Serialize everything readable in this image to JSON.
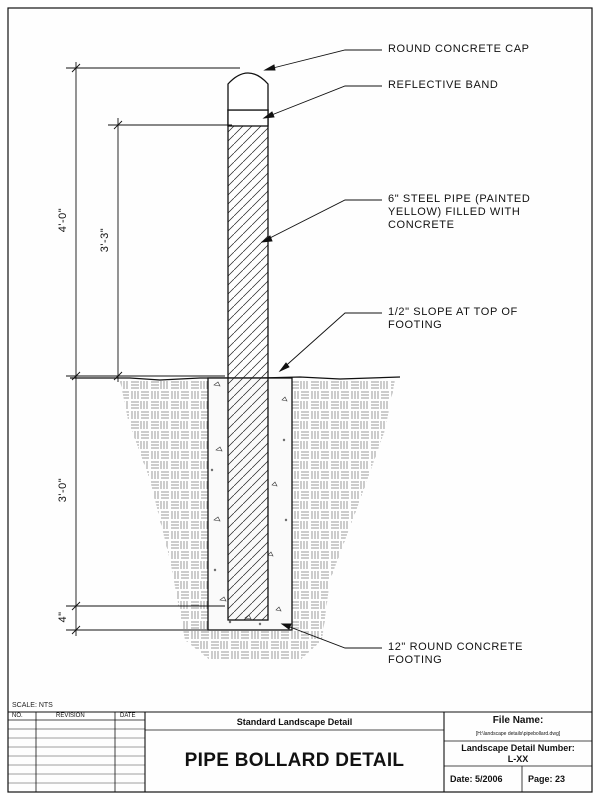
{
  "callouts": {
    "cap": "ROUND CONCRETE CAP",
    "band": "REFLECTIVE BAND",
    "pipe": "6\" STEEL PIPE (PAINTED\nYELLOW) FILLED WITH\nCONCRETE",
    "slope": "1/2\" SLOPE AT TOP OF\nFOOTING",
    "footing": "12\" ROUND CONCRETE\nFOOTING"
  },
  "dimensions": {
    "above_grade": "4'-0\"",
    "to_band": "3'-3\"",
    "below_grade": "3'-0\"",
    "base": "4\""
  },
  "scale_label": "SCALE:  NTS",
  "title_block": {
    "no_label": "NO.",
    "revision_label": "REVISION",
    "date_label": "DATE",
    "standard_label": "Standard Landscape Detail",
    "title": "PIPE BOLLARD DETAIL",
    "file_name_label": "File Name:",
    "file_path": "[H:\\landscape details\\pipebollard.dwg]",
    "detail_number_label": "Landscape Detail Number:",
    "detail_number": "L-XX",
    "date_value": "Date: 5/2006",
    "page_value": "Page: 23"
  }
}
